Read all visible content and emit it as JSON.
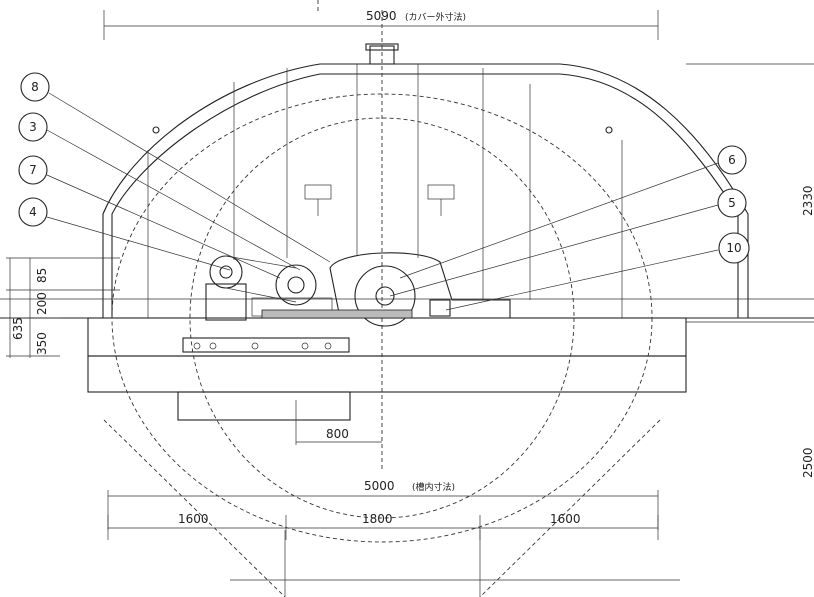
{
  "dimensions": {
    "cover_width": "5090",
    "cover_note": "(カバー外寸法)",
    "inner_width": "5000",
    "inner_note": "(槽内寸法)",
    "offset_800": "800",
    "seg_left": "1600",
    "seg_mid": "1800",
    "seg_right": "1600",
    "h_85": "85",
    "h_200": "200",
    "h_350": "350",
    "h_635": "635",
    "h_2330": "2330",
    "h_2500": "2500"
  },
  "callouts": [
    "8",
    "3",
    "7",
    "4",
    "6",
    "5",
    "10"
  ]
}
